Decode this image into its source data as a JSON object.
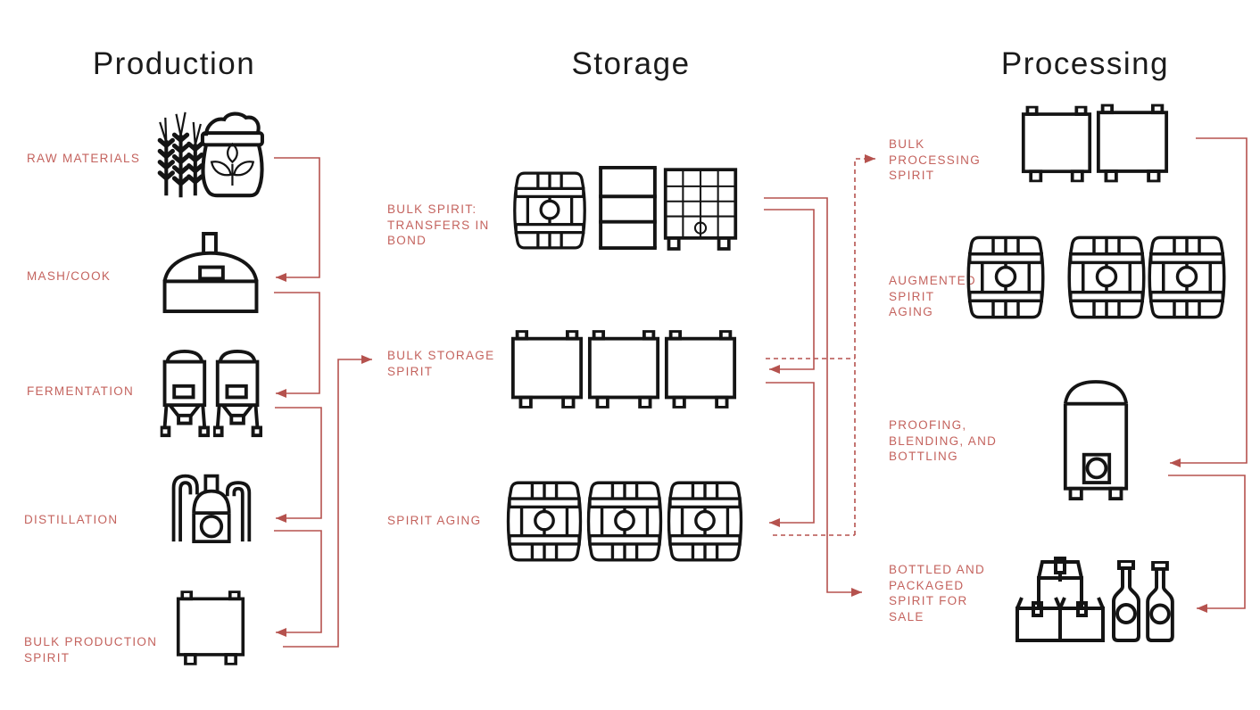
{
  "headers": {
    "production": "Production",
    "storage": "Storage",
    "processing": "Processing"
  },
  "colors": {
    "accent_line": "#b5524e",
    "accent_text": "#c4635e",
    "icon_stroke": "#141414",
    "heading": "#1b1b1b",
    "background": "#ffffff"
  },
  "production": {
    "labels": {
      "raw_materials": "RAW MATERIALS",
      "mash_cook": "MASH/COOK",
      "fermentation": "FERMENTATION",
      "distillation": "DISTILLATION",
      "bulk_production_spirit": "BULK PRODUCTION\nSPIRIT"
    }
  },
  "storage": {
    "labels": {
      "bulk_spirit_transfers": "BULK SPIRIT:\nTRANSFERS IN\nBOND",
      "bulk_storage_spirit": "BULK STORAGE\nSPIRIT",
      "spirit_aging": "SPIRIT AGING"
    }
  },
  "processing": {
    "labels": {
      "bulk_processing_spirit": "BULK\nPROCESSING\nSPIRIT",
      "augmented_spirit_aging": "AUGMENTED\nSPIRIT\nAGING",
      "proofing_blending_bottling": "PROOFING,\nBLENDING, AND\nBOTTLING",
      "bottled_packaged": "BOTTLED AND\nPACKAGED\nSPIRIT FOR\nSALE"
    }
  }
}
